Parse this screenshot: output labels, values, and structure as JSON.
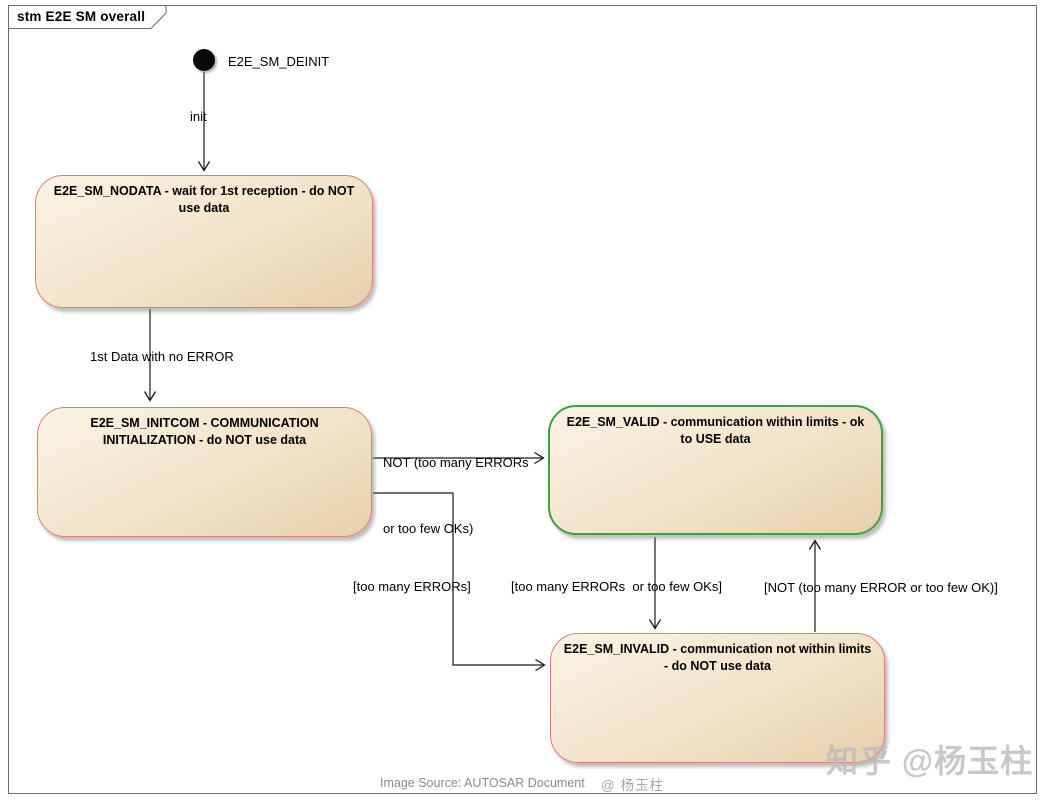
{
  "frame": {
    "title": "stm E2E SM overall"
  },
  "initial_state": {
    "label": "E2E_SM_DEINIT"
  },
  "states": {
    "nodata": {
      "name": "E2E_SM_NODATA - wait for 1st reception - do NOT use data",
      "border_color": "#dd7e72"
    },
    "initcom": {
      "name": "E2E_SM_INITCOM - COMMUNICATION INITIALIZATION - do NOT use data",
      "border_color": "#dd7e72"
    },
    "valid": {
      "name": "E2E_SM_VALID - communication within limits - ok to USE data",
      "border_color": "#3fa044"
    },
    "invalid": {
      "name": "E2E_SM_INVALID - communication not within limits - do NOT use data",
      "border_color": "#dd7e72"
    }
  },
  "transitions": {
    "init": "init",
    "first_data": "1st Data with no ERROR",
    "initcom_to_valid_line1": "NOT (too many ERRORs",
    "initcom_to_valid_line2": "or too few OKs)",
    "initcom_to_invalid": "[too many ERRORs]",
    "valid_to_invalid": "[too many ERRORs  or too few OKs]",
    "invalid_to_valid": "[NOT (too many ERROR or too few OK)]"
  },
  "footer": {
    "source": "Image Source: AUTOSAR Document",
    "author": "@ 杨玉柱"
  },
  "watermark": "知乎 @杨玉柱",
  "colors": {
    "state_fill_top": "#faf3e4",
    "state_fill_bottom": "#e6cfad",
    "edge": "#1a1a1a",
    "frame_border": "#6b6b6b",
    "watermark": "#bababa"
  }
}
